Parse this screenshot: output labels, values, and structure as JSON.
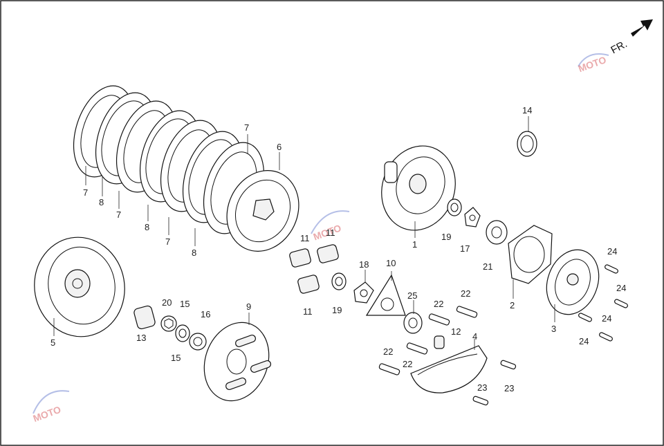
{
  "direction_label": "FR.",
  "watermark": {
    "text": "MOTO",
    "colors": {
      "text": "#d9666a",
      "arc": "#6c7fd0"
    }
  },
  "callouts": [
    {
      "id": "c1",
      "label": "1"
    },
    {
      "id": "c2",
      "label": "2"
    },
    {
      "id": "c3",
      "label": "3"
    },
    {
      "id": "c4",
      "label": "4"
    },
    {
      "id": "c5",
      "label": "5"
    },
    {
      "id": "c6",
      "label": "6"
    },
    {
      "id": "c7a",
      "label": "7"
    },
    {
      "id": "c7b",
      "label": "7"
    },
    {
      "id": "c7c",
      "label": "7"
    },
    {
      "id": "c7d",
      "label": "7"
    },
    {
      "id": "c8a",
      "label": "8"
    },
    {
      "id": "c8b",
      "label": "8"
    },
    {
      "id": "c8c",
      "label": "8"
    },
    {
      "id": "c9",
      "label": "9"
    },
    {
      "id": "c10",
      "label": "10"
    },
    {
      "id": "c11a",
      "label": "11"
    },
    {
      "id": "c11b",
      "label": "11"
    },
    {
      "id": "c11c",
      "label": "11"
    },
    {
      "id": "c12",
      "label": "12"
    },
    {
      "id": "c13",
      "label": "13"
    },
    {
      "id": "c14",
      "label": "14"
    },
    {
      "id": "c15a",
      "label": "15"
    },
    {
      "id": "c15b",
      "label": "15"
    },
    {
      "id": "c16",
      "label": "16"
    },
    {
      "id": "c17",
      "label": "17"
    },
    {
      "id": "c18",
      "label": "18"
    },
    {
      "id": "c19a",
      "label": "19"
    },
    {
      "id": "c19b",
      "label": "19"
    },
    {
      "id": "c20",
      "label": "20"
    },
    {
      "id": "c21",
      "label": "21"
    },
    {
      "id": "c22a",
      "label": "22"
    },
    {
      "id": "c22b",
      "label": "22"
    },
    {
      "id": "c22c",
      "label": "22"
    },
    {
      "id": "c22d",
      "label": "22"
    },
    {
      "id": "c23a",
      "label": "23"
    },
    {
      "id": "c23b",
      "label": "23"
    },
    {
      "id": "c24a",
      "label": "24"
    },
    {
      "id": "c24b",
      "label": "24"
    },
    {
      "id": "c24c",
      "label": "24"
    },
    {
      "id": "c24d",
      "label": "24"
    },
    {
      "id": "c25",
      "label": "25"
    }
  ]
}
